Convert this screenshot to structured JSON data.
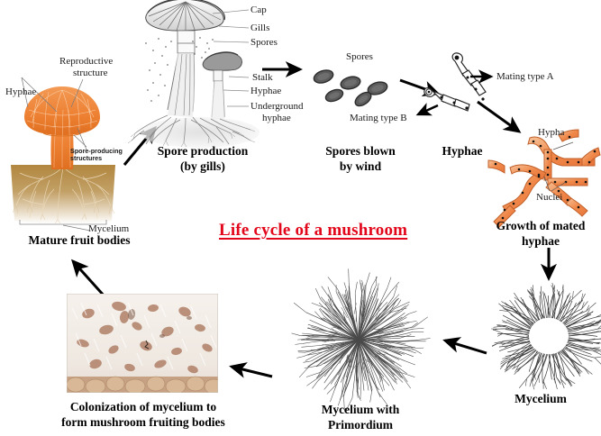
{
  "title": {
    "text": "Life cycle of a mushroom",
    "color": "#e2071b",
    "underline": true
  },
  "palette": {
    "orange_cap": "#ED8032",
    "orange_light": "#F6B27C",
    "soil_brown": "#B08A4E",
    "gray_line": "#6f6f6f",
    "spore_dark": "#3a3a3a",
    "arrow_black": "#000000",
    "photo_white": "#f2ece6",
    "photo_spot": "#a9775a"
  },
  "stages": [
    {
      "id": "mature-fruit-bodies",
      "title": "Mature fruit bodies",
      "labels": [
        "Hyphae",
        "Reproductive\nstructure",
        "Spore-producing\nstructures",
        "Mycelium"
      ]
    },
    {
      "id": "spore-production",
      "title": "Spore production\n(by gills)",
      "labels": [
        "Cap",
        "Gills",
        "Spores",
        "Stalk",
        "Hyphae",
        "Underground\nhyphae"
      ]
    },
    {
      "id": "spores-blown-by-wind",
      "title": "Spores blown\nby wind",
      "labels": [
        "Spores"
      ]
    },
    {
      "id": "hyphae",
      "title": "Hyphae",
      "labels": [
        "Mating  type A",
        "Mating  type B"
      ]
    },
    {
      "id": "growth-of-mated-hyphae",
      "title": "Growth of mated\nhyphae",
      "labels": [
        "Hypha",
        "Nuclei"
      ]
    },
    {
      "id": "mycelium",
      "title": "Mycelium",
      "labels": []
    },
    {
      "id": "mycelium-with-primordium",
      "title": "Mycelium with\nPrimordium",
      "labels": []
    },
    {
      "id": "colonization",
      "title": "Colonization of mycelium to\nform mushroom fruiting bodies",
      "labels": []
    }
  ],
  "labels": {
    "hyphae_left": "Hyphae",
    "reproductive_structure_1": "Reproductive",
    "reproductive_structure_2": "structure",
    "spore_producing_1": "Spore-producing",
    "spore_producing_2": "structures",
    "mycelium_left": "Mycelium",
    "cap": "Cap",
    "gills": "Gills",
    "spores_label": "Spores",
    "stalk": "Stalk",
    "hyphae_mid": "Hyphae",
    "underground_1": "Underground",
    "underground_2": "hyphae",
    "spores_top": "Spores",
    "mating_type_a": "Mating  type A",
    "mating_type_b": "Mating  type B",
    "hypha": "Hypha",
    "nuclei": "Nuclei"
  },
  "stage_titles": {
    "mature_fruit_bodies": "Mature fruit bodies",
    "spore_production_1": "Spore production",
    "spore_production_2": "(by gills)",
    "spores_blown_1": "Spores blown",
    "spores_blown_2": "by wind",
    "hyphae": "Hyphae",
    "growth_mated_1": "Growth of mated",
    "growth_mated_2": "hyphae",
    "mycelium": "Mycelium",
    "mycelium_primordium_1": "Mycelium with",
    "mycelium_primordium_2": "Primordium",
    "colonization_1": "Colonization of mycelium to",
    "colonization_2": "form mushroom fruiting bodies"
  }
}
